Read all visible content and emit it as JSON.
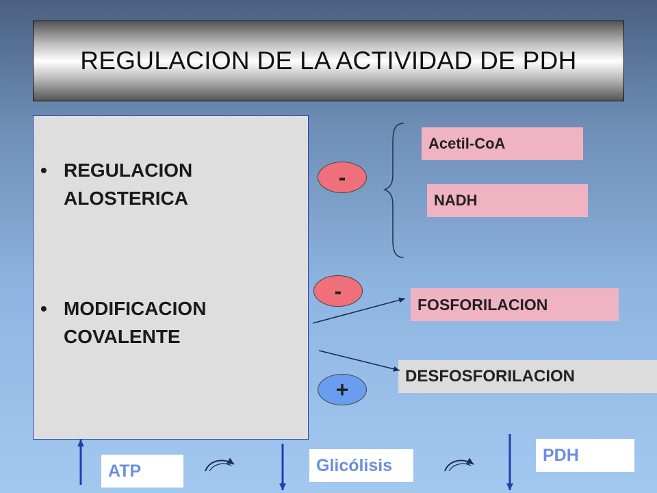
{
  "title": "REGULACION DE LA ACTIVIDAD DE PDH",
  "bullets": [
    {
      "marker": "•",
      "lines": [
        "REGULACION",
        "ALOSTERICA"
      ]
    },
    {
      "marker": "•",
      "lines": [
        "MODIFICACION",
        "COVALENTE"
      ]
    }
  ],
  "signs": {
    "allosteric": "-",
    "phosphorylation": "-",
    "dephosphorylation": "+"
  },
  "allosteric_inhibitors": [
    "Acetil-CoA",
    "NADH"
  ],
  "covalent": {
    "phosphorylation": "FOSFORILACION",
    "dephosphorylation": "DESFOSFORILACION"
  },
  "bottom": {
    "atp": "ATP",
    "glycolysis": "Glicólisis",
    "pdh": "PDH"
  },
  "colors": {
    "negative": "#ef6f7a",
    "positive": "#6a9cf0",
    "effector_box": "#f0b3c2",
    "label_blue": "#6a8fe0",
    "arrow_blue": "#1d3fb0"
  }
}
